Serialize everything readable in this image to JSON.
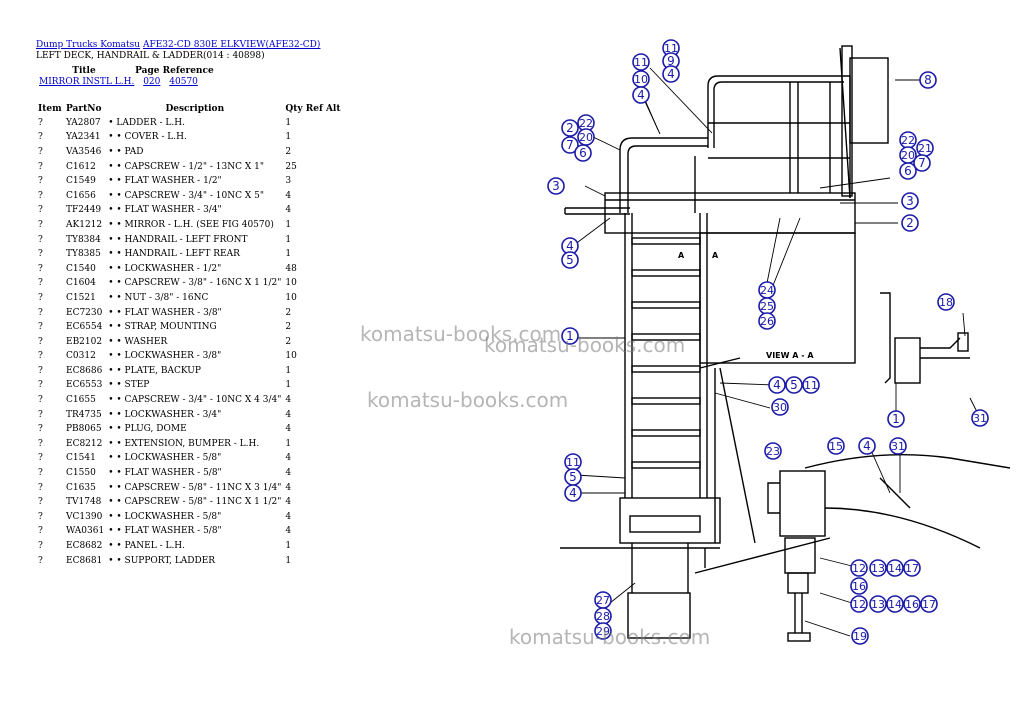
{
  "breadcrumb": {
    "link1": "Dump Trucks Komatsu",
    "link2": "AFE32-CD 830E ELKVIEW(AFE32-CD)",
    "subtitle": "LEFT DECK, HANDRAIL & LADDER(014 : 40898)"
  },
  "reference": {
    "title_header": "Title",
    "page_header": "Page Reference",
    "title_link": "MIRROR INSTL L.H.",
    "page_link1": "020",
    "page_link2": "40570"
  },
  "table": {
    "headers": [
      "Item",
      "PartNo",
      "Description",
      "Qty",
      "Ref",
      "Alt"
    ],
    "rows": [
      [
        "?",
        "YA2807",
        "• LADDER - L.H.",
        "1"
      ],
      [
        "?",
        "YA2341",
        "• • COVER - L.H.",
        "1"
      ],
      [
        "?",
        "VA3546",
        "• • PAD",
        "2"
      ],
      [
        "?",
        "C1612",
        "• • CAPSCREW - 1/2\" - 13NC X 1\"",
        "25"
      ],
      [
        "?",
        "C1549",
        "• • FLAT WASHER - 1/2\"",
        "3"
      ],
      [
        "?",
        "C1656",
        "• • CAPSCREW - 3/4\" - 10NC X 5\"",
        "4"
      ],
      [
        "?",
        "TF2449",
        "• • FLAT WASHER - 3/4\"",
        "4"
      ],
      [
        "?",
        "AK1212",
        "• • MIRROR - L.H. (SEE FIG 40570)",
        "1"
      ],
      [
        "?",
        "TY8384",
        "• • HANDRAIL - LEFT FRONT",
        "1"
      ],
      [
        "?",
        "TY8385",
        "• • HANDRAIL - LEFT REAR",
        "1"
      ],
      [
        "?",
        "C1540",
        "• • LOCKWASHER - 1/2\"",
        "48"
      ],
      [
        "?",
        "C1604",
        "• • CAPSCREW - 3/8\" - 16NC X 1 1/2\"",
        "10"
      ],
      [
        "?",
        "C1521",
        "• • NUT - 3/8\" - 16NC",
        "10"
      ],
      [
        "?",
        "EC7230",
        "• • FLAT WASHER - 3/8\"",
        "2"
      ],
      [
        "?",
        "EC6554",
        "• • STRAP, MOUNTING",
        "2"
      ],
      [
        "?",
        "EB2102",
        "• • WASHER",
        "2"
      ],
      [
        "?",
        "C0312",
        "• • LOCKWASHER - 3/8\"",
        "10"
      ],
      [
        "?",
        "EC8686",
        "• • PLATE, BACKUP",
        "1"
      ],
      [
        "?",
        "EC6553",
        "• • STEP",
        "1"
      ],
      [
        "?",
        "C1655",
        "• • CAPSCREW - 3/4\" - 10NC X 4 3/4\"",
        "4"
      ],
      [
        "?",
        "TR4735",
        "• • LOCKWASHER - 3/4\"",
        "4"
      ],
      [
        "?",
        "PB8065",
        "• • PLUG, DOME",
        "4"
      ],
      [
        "?",
        "EC8212",
        "• • EXTENSION, BUMPER - L.H.",
        "1"
      ],
      [
        "?",
        "C1541",
        "• • LOCKWASHER - 5/8\"",
        "4"
      ],
      [
        "?",
        "C1550",
        "• • FLAT WASHER - 5/8\"",
        "4"
      ],
      [
        "?",
        "C1635",
        "• • CAPSCREW - 5/8\" - 11NC X 3 1/4\"",
        "4"
      ],
      [
        "?",
        "TV1748",
        "• • CAPSCREW - 5/8\" - 11NC X 1 1/2\"",
        "4"
      ],
      [
        "?",
        "VC1390",
        "• • LOCKWASHER - 5/8\"",
        "4"
      ],
      [
        "?",
        "WA0361",
        "• • FLAT WASHER - 5/8\"",
        "4"
      ],
      [
        "?",
        "EC8682",
        "• • PANEL - L.H.",
        "1"
      ],
      [
        "?",
        "EC8681",
        "• • SUPPORT, LADDER",
        "1"
      ]
    ]
  },
  "diagram": {
    "callouts": [
      "1",
      "2",
      "3",
      "4",
      "5",
      "6",
      "7",
      "8",
      "9",
      "10",
      "11",
      "12",
      "13",
      "14",
      "15",
      "16",
      "17",
      "18",
      "19",
      "20",
      "21",
      "22",
      "23",
      "24",
      "25",
      "26",
      "27",
      "28",
      "29",
      "30",
      "31"
    ],
    "view_label": "VIEW A - A",
    "section_label": "A",
    "section_label2": "A"
  },
  "watermark": "komatsu-books.com",
  "colors": {
    "link": "#0000cc",
    "callout": "#1a1aa8"
  }
}
